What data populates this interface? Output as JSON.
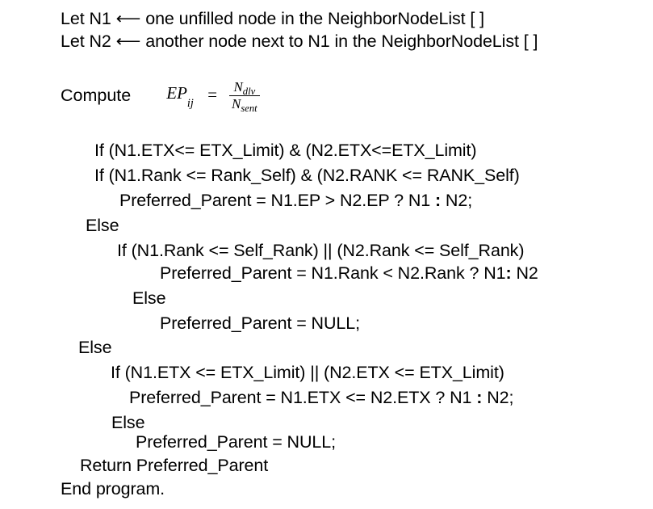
{
  "document": {
    "kind": "algorithm-pseudocode",
    "background_color": "#ffffff",
    "text_color": "#000000"
  },
  "preamble": {
    "line1": "Let N1 ⟵ one unfilled node in the NeighborNodeList [ ]",
    "line2": "Let N2 ⟵ another node next to N1 in the NeighborNodeList [ ]"
  },
  "compute": {
    "label": "Compute",
    "formula": {
      "lhs_base": "EP",
      "lhs_subscript": "ij",
      "operator": "=",
      "numerator_base": "N",
      "numerator_subscript": "dlv",
      "denominator_base": "N",
      "denominator_subscript": "sent"
    }
  },
  "code_lines": [
    {
      "id": "if-etx-and",
      "text": "If (N1.ETX<= ETX_Limit) & (N2.ETX<=ETX_Limit)"
    },
    {
      "id": "if-rank-and",
      "text": "If (N1.Rank <= Rank_Self) & (N2.RANK <= RANK_Self)"
    },
    {
      "id": "assign-ep-ternary",
      "text": "Preferred_Parent = N1.EP > N2.EP ? N1 ",
      "colon": ":",
      "tail": " N2;"
    },
    {
      "id": "else-1",
      "text": "Else"
    },
    {
      "id": "if-rank-or",
      "text": "If (N1.Rank <= Self_Rank) || (N2.Rank <= Self_Rank)"
    },
    {
      "id": "assign-rank-ternary",
      "text": "Preferred_Parent = N1.Rank < N2.Rank ? N1",
      "colon": ":",
      "tail": " N2"
    },
    {
      "id": "else-2",
      "text": "Else"
    },
    {
      "id": "assign-null-1",
      "text": "Preferred_Parent = NULL;"
    },
    {
      "id": "else-3",
      "text": "Else"
    },
    {
      "id": "if-etx-or",
      "text": "If (N1.ETX <= ETX_Limit) || (N2.ETX <= ETX_Limit)"
    },
    {
      "id": "assign-etx-ternary",
      "text": "Preferred_Parent = N1.ETX <= N2.ETX ? N1 ",
      "colon": ":",
      "tail": " N2;"
    },
    {
      "id": "else-4",
      "text": "Else"
    },
    {
      "id": "assign-null-2",
      "text": "Preferred_Parent = NULL;"
    },
    {
      "id": "return",
      "text": "Return Preferred_Parent"
    },
    {
      "id": "end",
      "text": "End program."
    }
  ]
}
